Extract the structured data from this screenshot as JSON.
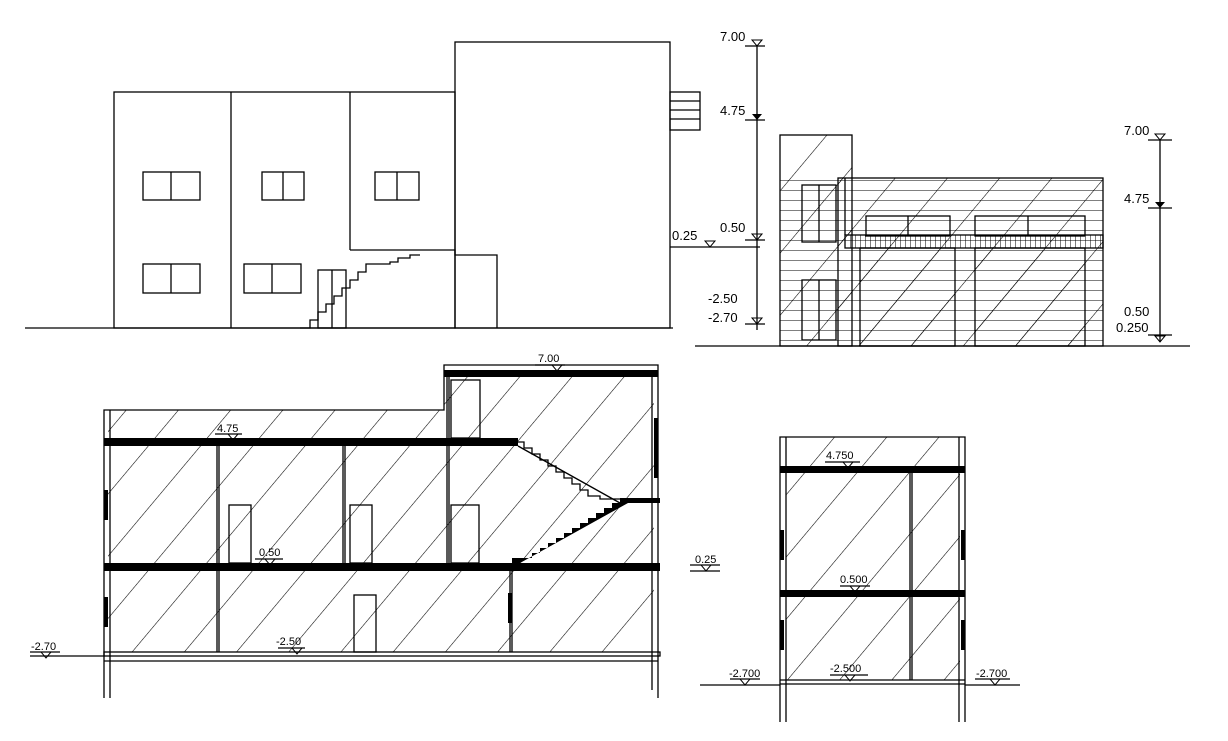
{
  "colors": {
    "line": "#000000",
    "background": "#ffffff"
  },
  "elevation_front": {
    "levels": [
      "0.25"
    ]
  },
  "elevation_dims_left": {
    "levels": [
      "7.00",
      "4.75",
      "0.50",
      "-2.50",
      "-2.70"
    ]
  },
  "elevation_side": {
    "levels": [
      "7.00",
      "4.75",
      "0.50",
      "0.250"
    ]
  },
  "section_long": {
    "levels": [
      "7.00",
      "4.75",
      "0.50",
      "0.25",
      "-2.50",
      "-2.70"
    ]
  },
  "section_cross": {
    "levels": [
      "4.750",
      "0.500",
      "-2.500",
      "-2.700",
      "-2.700"
    ]
  }
}
